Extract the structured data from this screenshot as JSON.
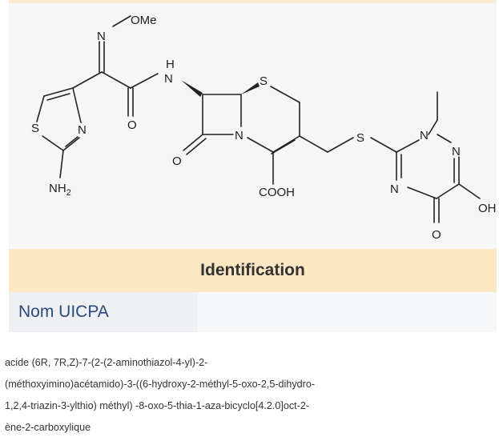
{
  "molecule": {
    "labels": {
      "ome": "OMe",
      "n_oxime": "N",
      "h_amide": "H",
      "n_amide": "N",
      "s_ring": "S",
      "s_thiazole": "S",
      "n_thiazole": "N",
      "nh2": "NH",
      "nh2_sub": "2",
      "o_amide": "O",
      "o_lactam": "O",
      "n_bicyclic": "N",
      "cooh": "COOH",
      "s_linker": "S",
      "n_methyl": "N",
      "n_triazine_right": "N",
      "n_triazine_left": "N",
      "o_triazine": "O",
      "oh": "OH"
    }
  },
  "section": {
    "header": "Identification"
  },
  "iupac": {
    "label": "Nom UICPA",
    "value": "",
    "lines": [
      "acide (6R, 7R,Z)-7-(2-(2-aminothiazol-4-yl)-2-",
      "(méthoxyimino)acétamido)-3-((6-hydroxy-2-méthyl-5-oxo-2,5-dihydro-",
      "1,2,4-triazin-3-ylthio) méthyl) -8-oxo-5-thia-1-aza-bicyclo[4.2.0]oct-2-",
      "ène-2-carboxylique"
    ]
  }
}
